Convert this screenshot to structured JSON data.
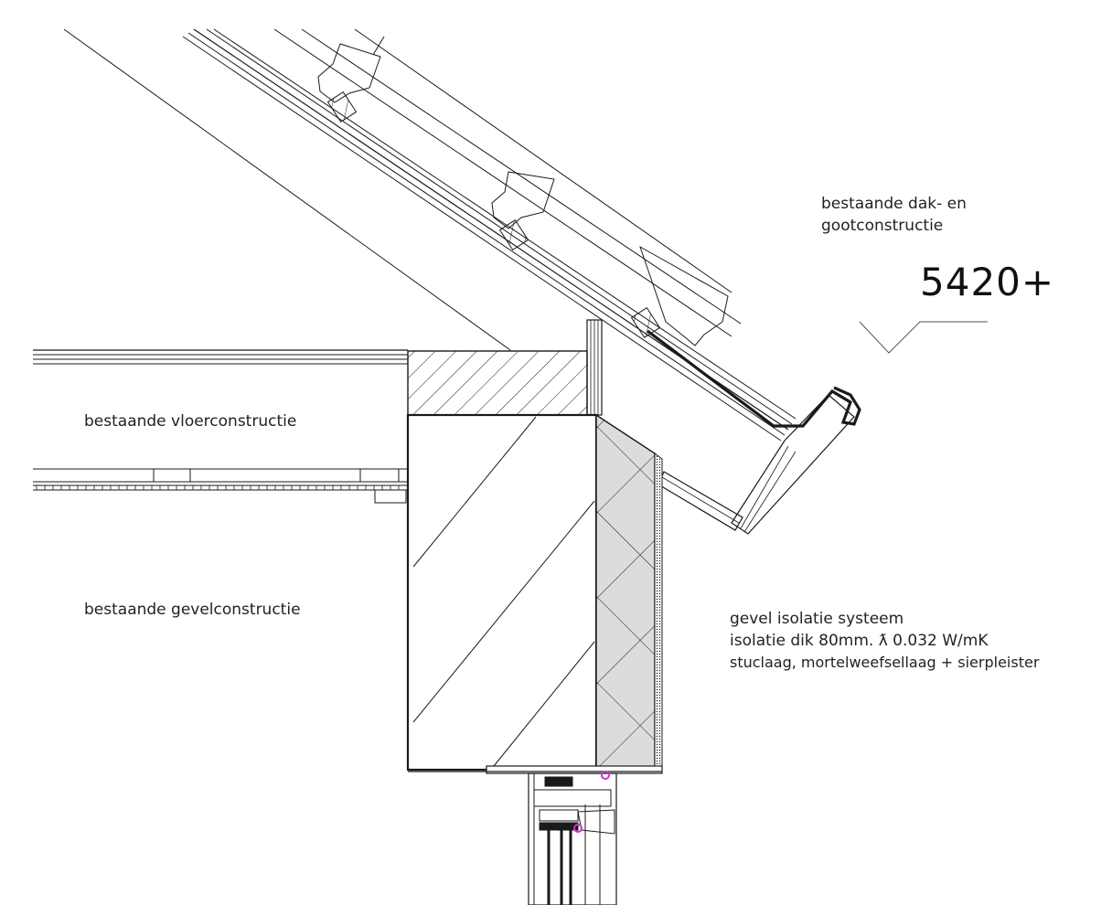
{
  "labels": {
    "roof": [
      "bestaande dak- en",
      "gootconstructie"
    ],
    "floor": "bestaande vloerconstructie",
    "facade": "bestaande gevelconstructie",
    "insulation": [
      "gevel isolatie systeem",
      "isolatie dik 80mm. ƛ 0.032 W/mK",
      "stuclaag, mortelweefsellaag + sierpleister"
    ]
  },
  "level": {
    "value": "5420+"
  },
  "colors": {
    "line": "#1a1a1a",
    "insulation_fill": "#dcdcdc",
    "seal": "#cc33cc"
  }
}
